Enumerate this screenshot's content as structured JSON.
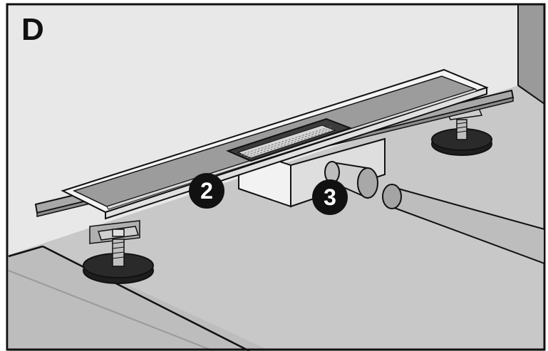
{
  "panel_letter": "D",
  "callouts": [
    {
      "id": "2",
      "text": "2"
    },
    {
      "id": "3",
      "text": "3"
    }
  ],
  "colors": {
    "wall": "#e8e8e8",
    "floor": "#c8c8c8",
    "floor_edge": "#b4b4b4",
    "right_wall_face": "#9a9a9a",
    "plate": "#a8a8a8",
    "channel_rim": "#f4f4f4",
    "channel_inner": "#9c9c9c",
    "grate": "#3c3c3c",
    "foot": "#1e1e1e",
    "outline": "#111111",
    "callout_bg": "#111111",
    "callout_text": "#ffffff"
  }
}
